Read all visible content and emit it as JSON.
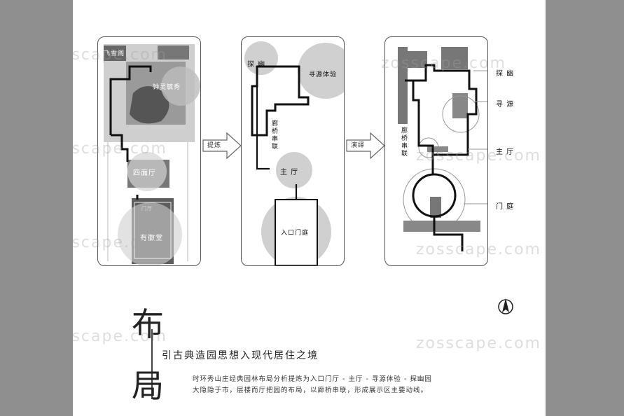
{
  "panels": {
    "p1": {
      "labels": {
        "a": "飞雪阁",
        "b": "钟灵毓秀",
        "c": "四面厅",
        "d": "有徽堂",
        "e": "门厅"
      }
    },
    "p2": {
      "labels": {
        "a": "探 幽",
        "b": "寻源体验",
        "c": "廊桥串联",
        "d": "主 厅",
        "e": "入口门庭"
      }
    },
    "p3": {
      "labels": {
        "a": "探 幽",
        "b": "寻 源",
        "c": "廊桥串联",
        "d": "主 厅",
        "e": "门 庭"
      }
    }
  },
  "arrows": [
    "提炼",
    "演绎"
  ],
  "title": {
    "char1": "布",
    "char2": "局",
    "headline": "引古典造园思想入现代居住之境",
    "line1": "时环秀山庄经典园林布局分析提炼为入口门厅 - 主厅 - 寻源体验 - 探幽园",
    "line2": "大隐隐于市，层楼而厅把园的布局，以廊桥串联，形成展示区主要动线。"
  },
  "watermark": "zosscape.com",
  "icons": {
    "north": "north-arrow-icon"
  }
}
